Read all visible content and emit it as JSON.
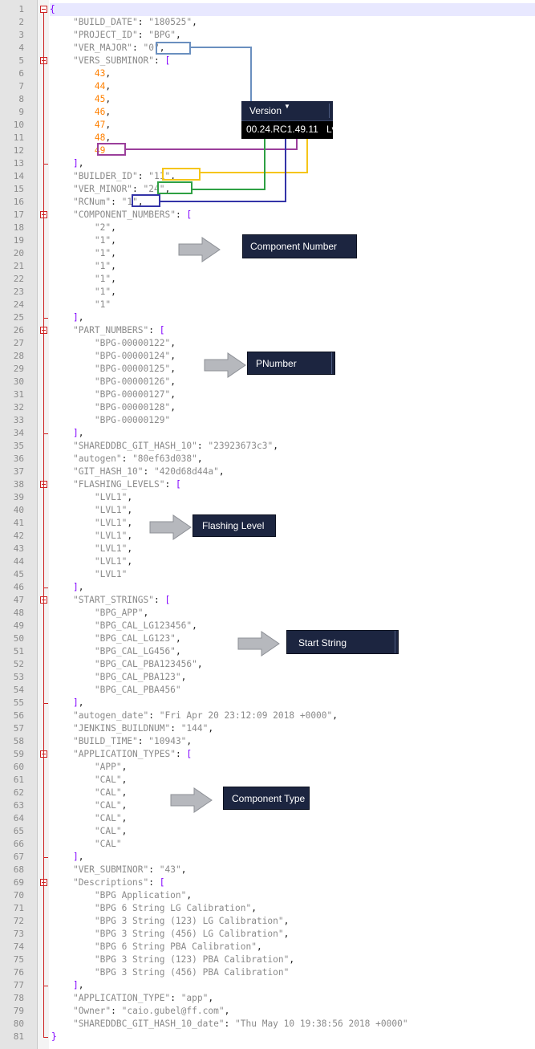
{
  "editor": {
    "lines": [
      "{",
      "    \"BUILD_DATE\": \"180525\",",
      "    \"PROJECT_ID\": \"BPG\",",
      "    \"VER_MAJOR\": \"0\",",
      "    \"VERS_SUBMINOR\": [",
      "        43,",
      "        44,",
      "        45,",
      "        46,",
      "        47,",
      "        48,",
      "        49",
      "    ],",
      "    \"BUILDER_ID\": \"11\",",
      "    \"VER_MINOR\": \"24\",",
      "    \"RCNum\": \"1\",",
      "    \"COMPONENT_NUMBERS\": [",
      "        \"2\",",
      "        \"1\",",
      "        \"1\",",
      "        \"1\",",
      "        \"1\",",
      "        \"1\",",
      "        \"1\"",
      "    ],",
      "    \"PART_NUMBERS\": [",
      "        \"BPG-00000122\",",
      "        \"BPG-00000124\",",
      "        \"BPG-00000125\",",
      "        \"BPG-00000126\",",
      "        \"BPG-00000127\",",
      "        \"BPG-00000128\",",
      "        \"BPG-00000129\"",
      "    ],",
      "    \"SHAREDDBC_GIT_HASH_10\": \"23923673c3\",",
      "    \"autogen\": \"80ef63d038\",",
      "    \"GIT_HASH_10\": \"420d68d44a\",",
      "    \"FLASHING_LEVELS\": [",
      "        \"LVL1\",",
      "        \"LVL1\",",
      "        \"LVL1\",",
      "        \"LVL1\",",
      "        \"LVL1\",",
      "        \"LVL1\",",
      "        \"LVL1\"",
      "    ],",
      "    \"START_STRINGS\": [",
      "        \"BPG_APP\",",
      "        \"BPG_CAL_LG123456\",",
      "        \"BPG_CAL_LG123\",",
      "        \"BPG_CAL_LG456\",",
      "        \"BPG_CAL_PBA123456\",",
      "        \"BPG_CAL_PBA123\",",
      "        \"BPG_CAL_PBA456\"",
      "    ],",
      "    \"autogen_date\": \"Fri Apr 20 23:12:09 2018 +0000\",",
      "    \"JENKINS_BUILDNUM\": \"144\",",
      "    \"BUILD_TIME\": \"10943\",",
      "    \"APPLICATION_TYPES\": [",
      "        \"APP\",",
      "        \"CAL\",",
      "        \"CAL\",",
      "        \"CAL\",",
      "        \"CAL\",",
      "        \"CAL\",",
      "        \"CAL\"",
      "    ],",
      "    \"VER_SUBMINOR\": \"43\",",
      "    \"Descriptions\": [",
      "        \"BPG Application\",",
      "        \"BPG 6 String LG Calibration\",",
      "        \"BPG 3 String (123) LG Calibration\",",
      "        \"BPG 3 String (456) LG Calibration\",",
      "        \"BPG 6 String PBA Calibration\",",
      "        \"BPG 3 String (123) PBA Calibration\",",
      "        \"BPG 3 String (456) PBA Calibration\"",
      "    ],",
      "    \"APPLICATION_TYPE\": \"app\",",
      "    \"Owner\": \"caio.gubel@ff.com\",",
      "    \"SHAREDDBC_GIT_HASH_10_date\": \"Thu May 10 19:38:56 2018 +0000\"",
      "}"
    ]
  },
  "version_panel": {
    "header": "Version",
    "value": "00.24.RC1.49.11",
    "trailing": "Lv"
  },
  "annotations": {
    "component_number": "Component Number",
    "pnumber": "PNumber",
    "flashing_level": "Flashing Level",
    "start_string": "Start String",
    "component_type": "Component Type"
  },
  "colors": {
    "ver_major": "#6a8fbf",
    "subminor": "#9b3f9b",
    "builder_id": "#f5c518",
    "ver_minor": "#2ea043",
    "rcnum": "#3434a8"
  }
}
